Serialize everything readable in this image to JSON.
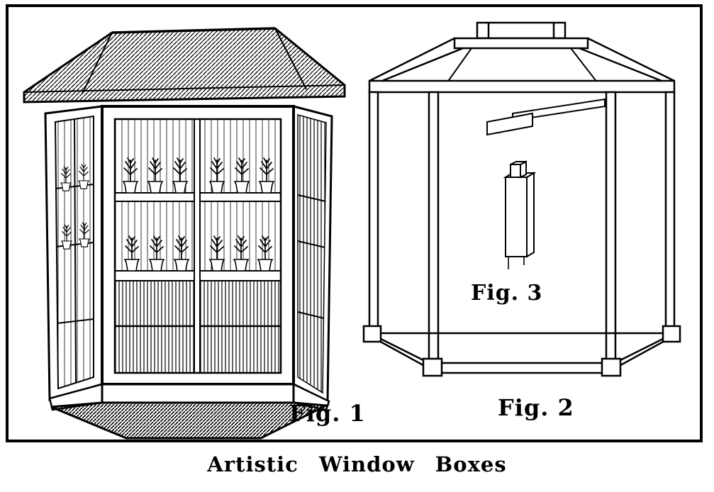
{
  "page": {
    "caption": "Artistic Window Boxes"
  },
  "figures": {
    "fig1": {
      "label": "Fig. 1"
    },
    "fig2": {
      "label": "Fig. 2"
    },
    "fig3": {
      "label": "Fig. 3"
    }
  },
  "colors": {
    "ink": "#000000",
    "paper": "#ffffff"
  }
}
